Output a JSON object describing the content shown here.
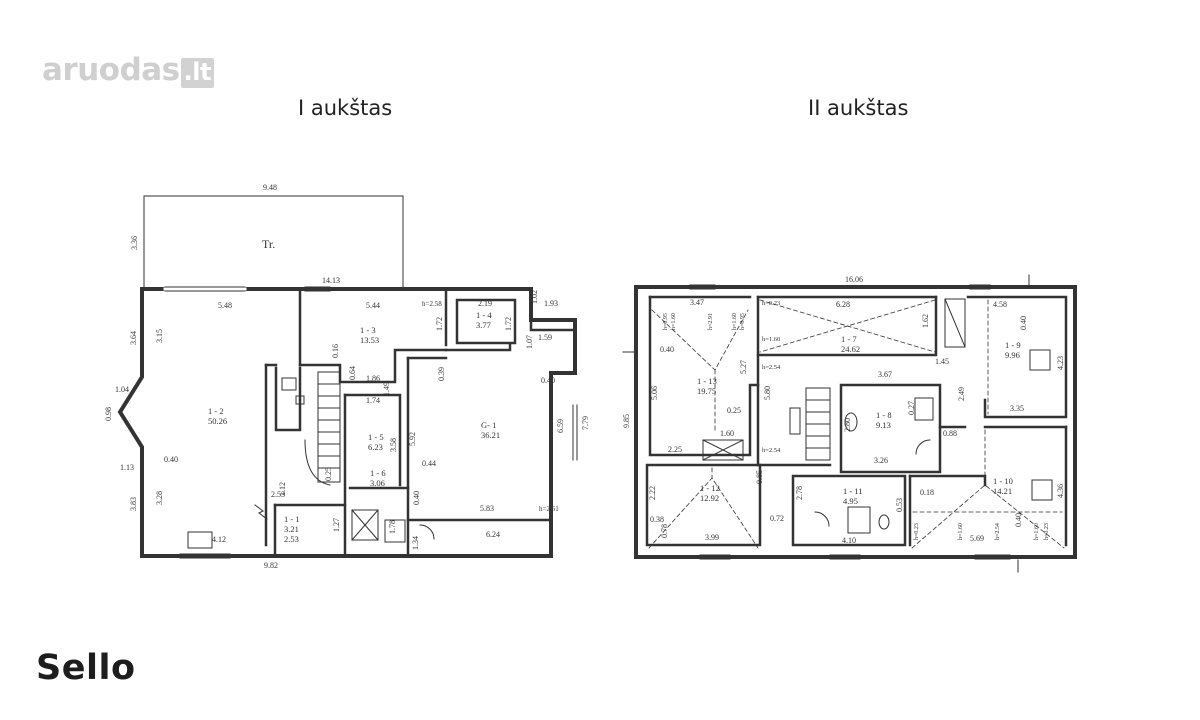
{
  "watermark": {
    "name": "aruodas",
    "tld": ".lt"
  },
  "floors": [
    {
      "title": "I aukštas"
    },
    {
      "title": "II aukštas"
    }
  ],
  "brand": "Sello",
  "dimensions": {
    "d948": "9.48",
    "d336": "3.36",
    "tr": "Tr.",
    "d1413": "14.13",
    "d548": "5.48",
    "d544": "5.44",
    "h258": "h=2.58",
    "d219": "2.19",
    "d102": "1.02",
    "d193": "1.93",
    "d364": "3.64",
    "d315": "3.15",
    "d172a": "1.72",
    "d172b": "1.72",
    "d159": "1.59",
    "d107": "1.07",
    "d104": "1.04",
    "d098": "0.98",
    "d113": "1.13",
    "d040a": "0.40",
    "d383": "3.83",
    "d328": "3.28",
    "d412": "4.12",
    "d982": "9.82",
    "d016": "0.16",
    "d064": "0.64",
    "d186": "1.86",
    "d149": "1.49",
    "d039": "0.39",
    "d174": "1.74",
    "d358": "3.58",
    "d592": "5.92",
    "d044": "0.44",
    "d112": "1.12",
    "d253": "2.53",
    "d025": "0.25",
    "d040b": "0.40",
    "d040c": "0.40",
    "d127": "1.27",
    "d178": "1.78",
    "d134": "1.34",
    "d583": "5.83",
    "h261": "h=2.61",
    "d624": "6.24",
    "d659": "6.59",
    "d779": "7.79",
    "d1606": "16.06",
    "d347": "3.47",
    "h095a": "h=0.95",
    "h160a": "h=1.60",
    "h291": "h=2.91",
    "h160b": "h=1.60",
    "h095b": "h=0.95",
    "h023a": "h=0.23",
    "d628": "6.28",
    "d162": "1.62",
    "d458": "4.58",
    "d040d": "0.40",
    "h160c": "h=1.60",
    "h254a": "h=2.54",
    "d527": "5.27",
    "d040e": "0.40",
    "d506": "5.06",
    "d580": "5.80",
    "d145": "1.45",
    "d367": "3.67",
    "d027": "0.27",
    "d249": "2.49",
    "d423": "4.23",
    "d335": "3.35",
    "d025b": "0.25",
    "d985": "9.85",
    "d225": "2.25",
    "d160": "1.60",
    "d280": "2.80",
    "d326": "3.26",
    "d088": "0.88",
    "h254b": "h=2.54",
    "d222": "2.22",
    "d038": "0.38",
    "d078": "0.78",
    "d399": "3.99",
    "d085": "0.85",
    "d072": "0.72",
    "d278": "2.78",
    "d410": "4.10",
    "d018": "0.18",
    "d053": "0.53",
    "h023b": "h=0.23",
    "h160d": "h=1.60",
    "h254c": "h=2.54",
    "d569": "5.69",
    "d040f": "0.40",
    "h160e": "h=1.60",
    "h023c": "h=0.23",
    "d436": "4.36"
  },
  "rooms": {
    "r12_id": "1 - 2",
    "r12_area": "50.26",
    "r13_id": "1 - 3",
    "r13_area": "13.53",
    "r14_id": "1 - 4",
    "r14_area": "3.77",
    "g1_id": "G- 1",
    "g1_area": "36.21",
    "r15_id": "1 - 5",
    "r15_area": "6.23",
    "r16_id": "1 - 6",
    "r16_area": "3.06",
    "r11_id": "1 - 1",
    "r11_area": "3.21",
    "r11_extra": "2.53",
    "r113_id": "1 - 13",
    "r113_area": "19.75",
    "r17_id": "1 - 7",
    "r17_area": "24.62",
    "r19_id": "1 - 9",
    "r19_area": "9.96",
    "r18_id": "1 - 8",
    "r18_area": "9.13",
    "r112_id": "1 - 12",
    "r112_area": "12.92",
    "r111_id": "1 - 11",
    "r111_area": "4.95",
    "r110_id": "1 - 10",
    "r110_area": "14.21"
  }
}
